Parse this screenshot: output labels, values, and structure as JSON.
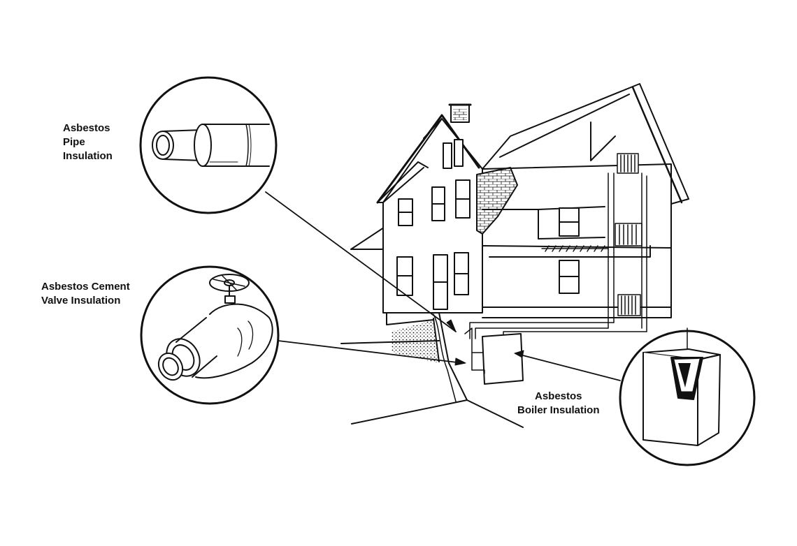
{
  "callouts": {
    "pipe": {
      "lines": [
        "Asbestos",
        "Pipe",
        "Insulation"
      ]
    },
    "valve": {
      "lines": [
        "Asbestos Cement",
        "Valve Insulation"
      ]
    },
    "boiler": {
      "lines": [
        "Asbestos",
        "Boiler Insulation"
      ]
    }
  },
  "colors": {
    "ink": "#111111",
    "background": "#ffffff"
  }
}
